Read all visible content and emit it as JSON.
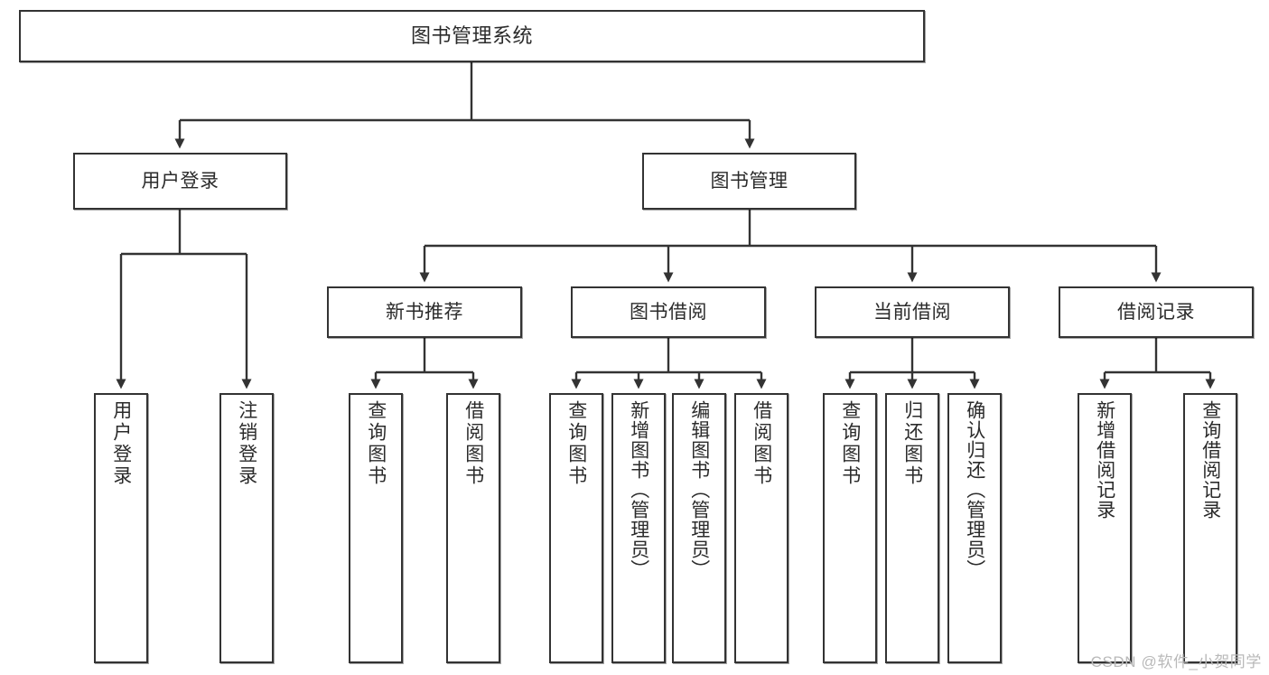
{
  "diagram": {
    "type": "tree-hierarchy",
    "title": "图书管理系统",
    "orientation": "top-down",
    "colors": {
      "box_border": "#333333",
      "box_fill": "#ffffff",
      "text": "#2b2b2b",
      "watermark": "#b9b9b9"
    },
    "levels": [
      {
        "level": 1,
        "nodes": [
          "图书管理系统"
        ]
      },
      {
        "level": 2,
        "nodes": [
          "用户登录",
          "图书管理"
        ]
      },
      {
        "level": 3,
        "nodes": [
          "新书推荐",
          "图书借阅",
          "当前借阅",
          "借阅记录"
        ]
      },
      {
        "level": 4,
        "nodes": [
          "用户登录",
          "注销登录",
          "查询图书",
          "借阅图书",
          "查询图书",
          "新增图书（管理员）",
          "编辑图书（管理员）",
          "借阅图书",
          "查询图书",
          "归还图书",
          "确认归还（管理员）",
          "新增借阅记录",
          "查询借阅记录"
        ]
      }
    ],
    "root": {
      "label": "图书管理系统"
    },
    "level2": [
      {
        "label": "用户登录"
      },
      {
        "label": "图书管理"
      }
    ],
    "level3": [
      {
        "label": "新书推荐"
      },
      {
        "label": "图书借阅"
      },
      {
        "label": "当前借阅"
      },
      {
        "label": "借阅记录"
      }
    ],
    "leaves": {
      "user_login": [
        {
          "label": "用户登录"
        },
        {
          "label": "注销登录"
        }
      ],
      "new_book_recommend": [
        {
          "label": "查询图书"
        },
        {
          "label": "借阅图书"
        }
      ],
      "book_borrow": [
        {
          "label": "查询图书"
        },
        {
          "label": "新增图书（管理员）"
        },
        {
          "label": "编辑图书（管理员）"
        },
        {
          "label": "借阅图书"
        }
      ],
      "current_borrow": [
        {
          "label": "查询图书"
        },
        {
          "label": "归还图书"
        },
        {
          "label": "确认归还（管理员）"
        }
      ],
      "borrow_record": [
        {
          "label": "新增借阅记录"
        },
        {
          "label": "查询借阅记录"
        }
      ]
    },
    "watermark": "CSDN @软件_小贺同学"
  }
}
